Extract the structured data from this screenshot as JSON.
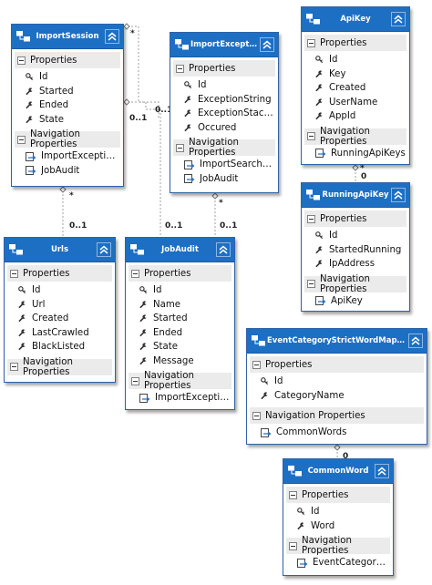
{
  "entities": [
    {
      "key": "importsession",
      "name": "ImportSession",
      "props": [
        "Id",
        "Started",
        "Ended",
        "State"
      ],
      "nav": [
        "ImportExceptions",
        "JobAudit"
      ]
    },
    {
      "key": "importexception",
      "name": "ImportExcepti…",
      "props": [
        "Id",
        "ExceptionString",
        "ExceptionStackT…",
        "Occured"
      ],
      "nav": [
        "ImportSearchTer…",
        "JobAudit"
      ]
    },
    {
      "key": "apikey",
      "name": "ApiKey",
      "props": [
        "Id",
        "Key",
        "Created",
        "UserName",
        "AppId"
      ],
      "nav": [
        "RunningApiKeys"
      ]
    },
    {
      "key": "runningapikey",
      "name": "RunningApiKey",
      "props": [
        "Id",
        "StartedRunning",
        "IpAddress"
      ],
      "nav": [
        "ApiKey"
      ]
    },
    {
      "key": "urls",
      "name": "Urls",
      "props": [
        "Id",
        "Url",
        "Created",
        "LastCrawled",
        "BlackListed"
      ],
      "nav": []
    },
    {
      "key": "jobaudit",
      "name": "JobAudit",
      "props": [
        "Id",
        "Name",
        "Started",
        "Ended",
        "State",
        "Message"
      ],
      "nav": [
        "ImportExceptions"
      ]
    },
    {
      "key": "eventcategory",
      "name": "EventCategoryStrictWordMapping",
      "props": [
        "Id",
        "CategoryName"
      ],
      "nav": [
        "CommonWords"
      ]
    },
    {
      "key": "commonword",
      "name": "CommonWord",
      "props": [
        "Id",
        "Word"
      ],
      "nav": [
        "EventCategorySt…"
      ]
    }
  ],
  "labels": {
    "properties": "Properties",
    "navigation": "Navigation Properties"
  },
  "multiplicities": {
    "importsession_star": "*",
    "importsession_jobaudit": "0..1",
    "importexception_jobaudit": "0..1",
    "urls_star": "*",
    "urls_jobaudit": "0..1",
    "jobaudit_top": "0..1",
    "exception_star": "*",
    "exception_top": "0..1",
    "apikey_zero": "0",
    "runningapikey_star": "*",
    "eventcategory_zero": "0",
    "commonword_zero": "0"
  },
  "colors": {
    "header": "#1d6fc4",
    "border": "#2f63a7",
    "section": "#ebebec",
    "connector": "#a0a0a0"
  },
  "icons": {
    "entity": "entity-icon",
    "collapse": "collapse-chevron-icon",
    "key": "key-icon",
    "property": "wrench-icon",
    "navigation": "navigation-property-icon"
  }
}
